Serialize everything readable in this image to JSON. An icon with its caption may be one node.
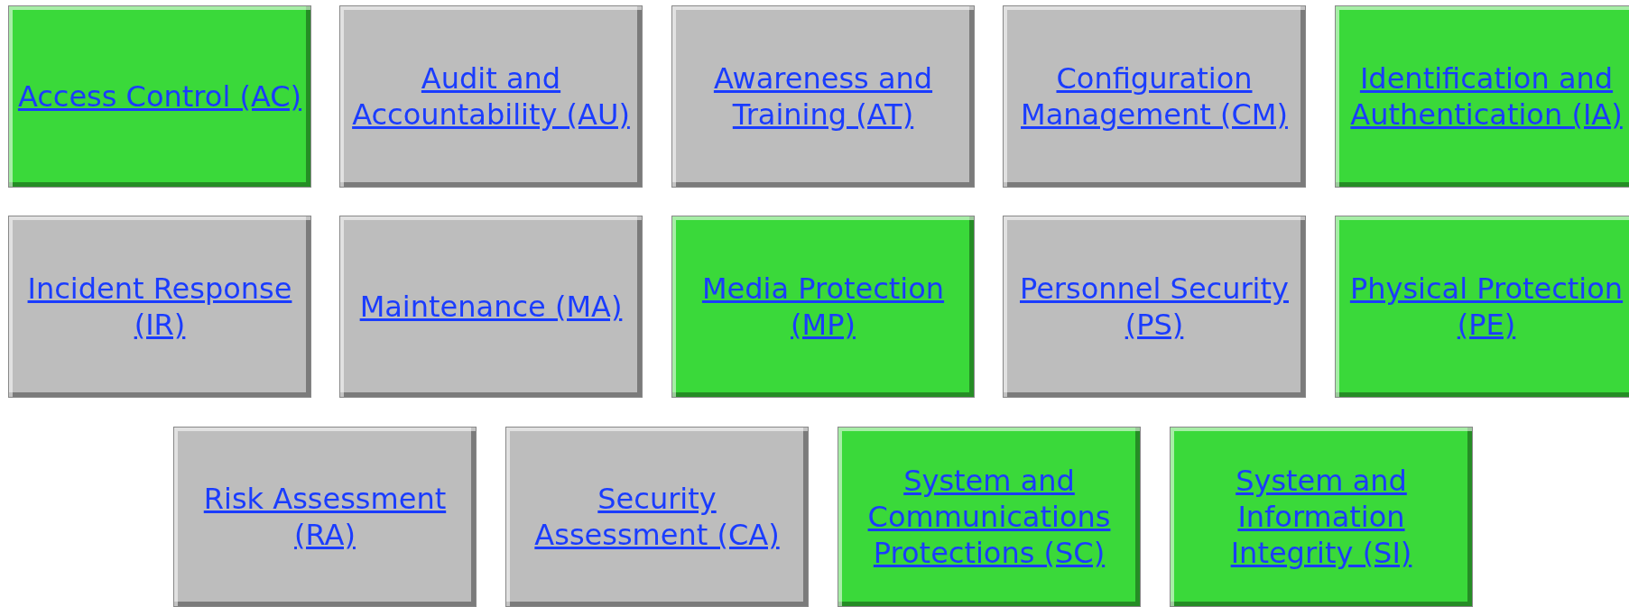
{
  "diagram": {
    "nodes": [
      {
        "text": [
          "Access Control (AC)"
        ]
      },
      {
        "text": [
          "Audit and Accountability (AU)"
        ]
      },
      {
        "text": [
          "Awareness and Training (AT)"
        ]
      },
      {
        "text": [
          "Configuration Management (CM)"
        ]
      },
      {
        "text": [
          "Identification and Authentication (IA)"
        ]
      },
      {
        "text": [
          "Incident Response (IR)"
        ]
      },
      {
        "text": [
          "Maintenance (MA)"
        ]
      },
      {
        "text": [
          "Media Protection (MP)"
        ]
      },
      {
        "text": [
          "Personnel Security (PS)"
        ]
      },
      {
        "text": [
          "Physical Protection (PE)"
        ]
      },
      {
        "text": [
          "Risk Assessment (RA)"
        ]
      },
      {
        "text": [
          "Security Assessment (CA)"
        ]
      },
      {
        "text": [
          "System and Communications Protections (SC)"
        ]
      },
      {
        "text": [
          "System and Information Integrity (SI)"
        ]
      }
    ]
  }
}
